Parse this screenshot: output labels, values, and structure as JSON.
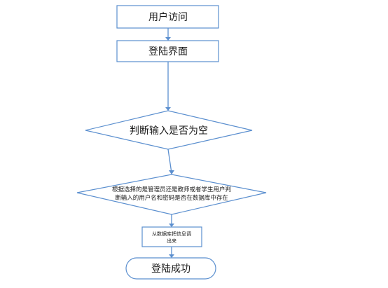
{
  "diagram": {
    "nodes": {
      "user_visit": {
        "label": "用户访问"
      },
      "login_page": {
        "label": "登陆界面"
      },
      "check_empty": {
        "label": "判断输入是否为空"
      },
      "check_db": {
        "line1": "根据选择的是管理员还是教师或者学生用户判",
        "line2": "断输入的用户名和密码是否在数据库中存在"
      },
      "fetch_info": {
        "line1": "从数据库把信息调",
        "line2": "出来"
      },
      "login_success": {
        "label": "登陆成功"
      }
    },
    "colors": {
      "stroke": "#5b8fcf",
      "fill": "#ffffff",
      "text": "#1a1a1a"
    }
  }
}
